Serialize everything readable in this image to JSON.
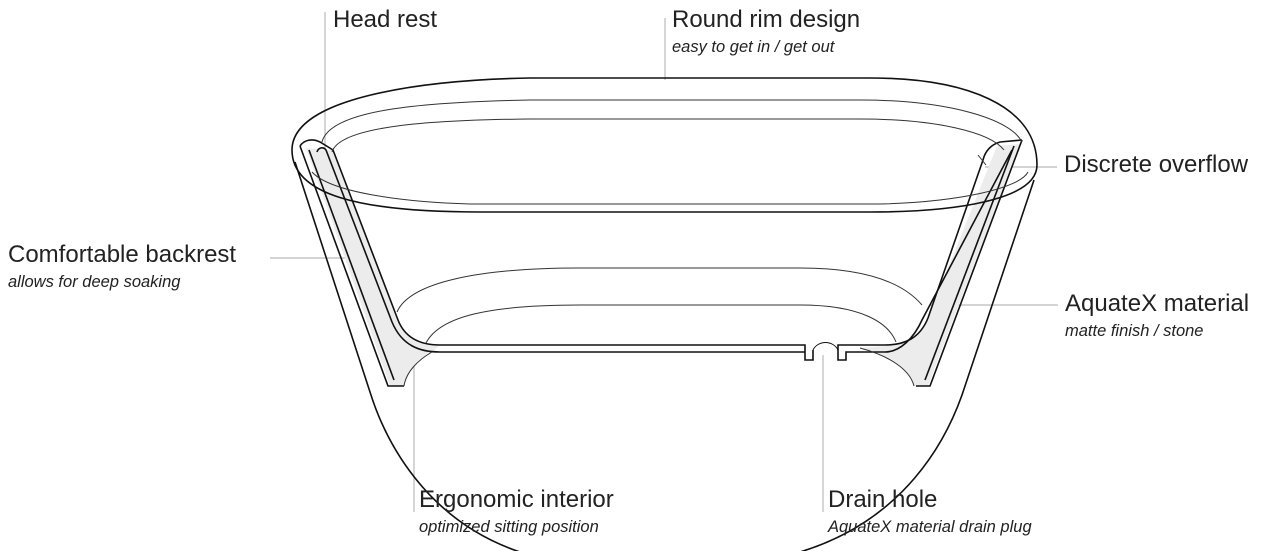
{
  "colors": {
    "line": "#111111",
    "leader": "#bbbbbb",
    "shade": "#ececec"
  },
  "labels": {
    "head_rest": {
      "title": "Head rest"
    },
    "round_rim": {
      "title": "Round rim design",
      "subtitle": "easy to get in / get out"
    },
    "overflow": {
      "title": "Discrete overflow"
    },
    "backrest": {
      "title": "Comfortable backrest",
      "subtitle": "allows for deep soaking"
    },
    "material": {
      "title": "AquateX material",
      "subtitle": "matte finish / stone"
    },
    "ergonomic": {
      "title": "Ergonomic interior",
      "subtitle": "optimized sitting position"
    },
    "drain": {
      "title": "Drain hole",
      "subtitle": "AquateX material drain plug"
    }
  }
}
